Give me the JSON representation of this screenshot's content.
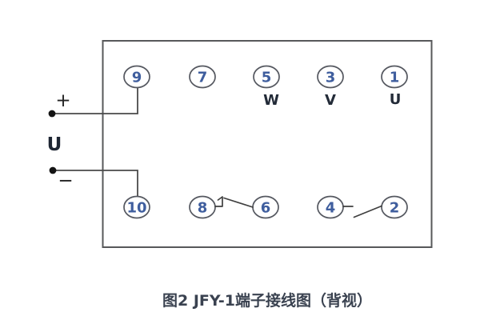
{
  "figure": {
    "caption": "图2 JFY-1端子接线图（背视）",
    "view": "背视"
  },
  "supply": {
    "plus": "+",
    "minus": "−",
    "voltage": "U"
  },
  "terminals": {
    "top": [
      {
        "id": "9"
      },
      {
        "id": "7"
      },
      {
        "id": "5"
      },
      {
        "id": "3"
      },
      {
        "id": "1"
      }
    ],
    "bottom": [
      {
        "id": "10"
      },
      {
        "id": "8"
      },
      {
        "id": "6"
      },
      {
        "id": "4"
      },
      {
        "id": "2"
      }
    ],
    "phases": [
      {
        "text": "W",
        "terminal": "5"
      },
      {
        "text": "V",
        "terminal": "3"
      },
      {
        "text": "U",
        "terminal": "1"
      }
    ]
  },
  "connections": {
    "wires": [
      {
        "from": "+",
        "to": "9"
      },
      {
        "from": "−",
        "to": "10"
      }
    ],
    "contacts": [
      {
        "between": [
          "8",
          "6"
        ],
        "type": "normally-open"
      },
      {
        "between": [
          "4",
          "2"
        ],
        "type": "normally-open"
      }
    ]
  },
  "colors": {
    "outline": "#57585a",
    "wire": "#4a4a4a",
    "digit": "#3f5e9e",
    "label": "#232b38",
    "caption": "#3a4250"
  }
}
